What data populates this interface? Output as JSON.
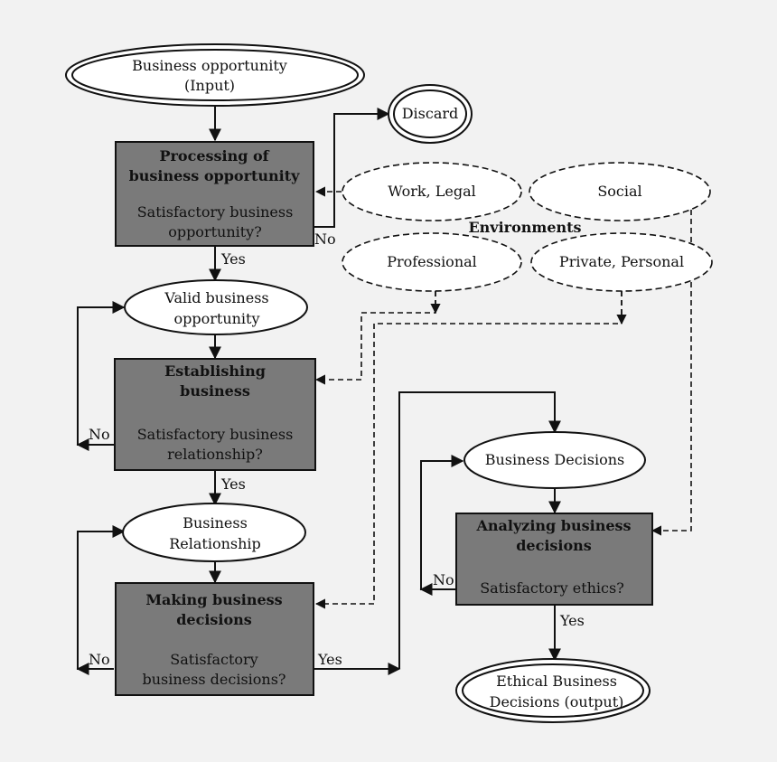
{
  "colors": {
    "background": "#f2f2f2",
    "box_fill": "#7a7a7a",
    "shape_fill": "#ffffff",
    "stroke": "#111111"
  },
  "nodes": {
    "business_opportunity": {
      "line1": "Business opportunity",
      "line2": "(Input)"
    },
    "discard": {
      "label": "Discard"
    },
    "processing": {
      "title1": "Processing of",
      "title2": "business opportunity",
      "question1": "Satisfactory business",
      "question2": "opportunity?"
    },
    "valid_opportunity": {
      "line1": "Valid business",
      "line2": "opportunity"
    },
    "establishing": {
      "title1": "Establishing",
      "title2": "business",
      "question1": "Satisfactory business",
      "question2": "relationship?"
    },
    "business_relationship": {
      "line1": "Business",
      "line2": "Relationship"
    },
    "making": {
      "title1": "Making business",
      "title2": "decisions",
      "question1": "Satisfactory",
      "question2": "business decisions?"
    },
    "business_decisions": {
      "label": "Business Decisions"
    },
    "analyzing": {
      "title1": "Analyzing business",
      "title2": "decisions",
      "question": "Satisfactory ethics?"
    },
    "ethical_output": {
      "line1": "Ethical Business",
      "line2": "Decisions (output)"
    }
  },
  "environments": {
    "heading": "Environments",
    "work_legal": "Work, Legal",
    "social": "Social",
    "professional": "Professional",
    "private_personal": "Private, Personal"
  },
  "edge_labels": {
    "no_processing": "No",
    "yes_processing": "Yes",
    "no_establishing": "No",
    "yes_establishing": "Yes",
    "no_making": "No",
    "yes_making": "Yes",
    "no_analyzing": "No",
    "yes_analyzing": "Yes"
  }
}
